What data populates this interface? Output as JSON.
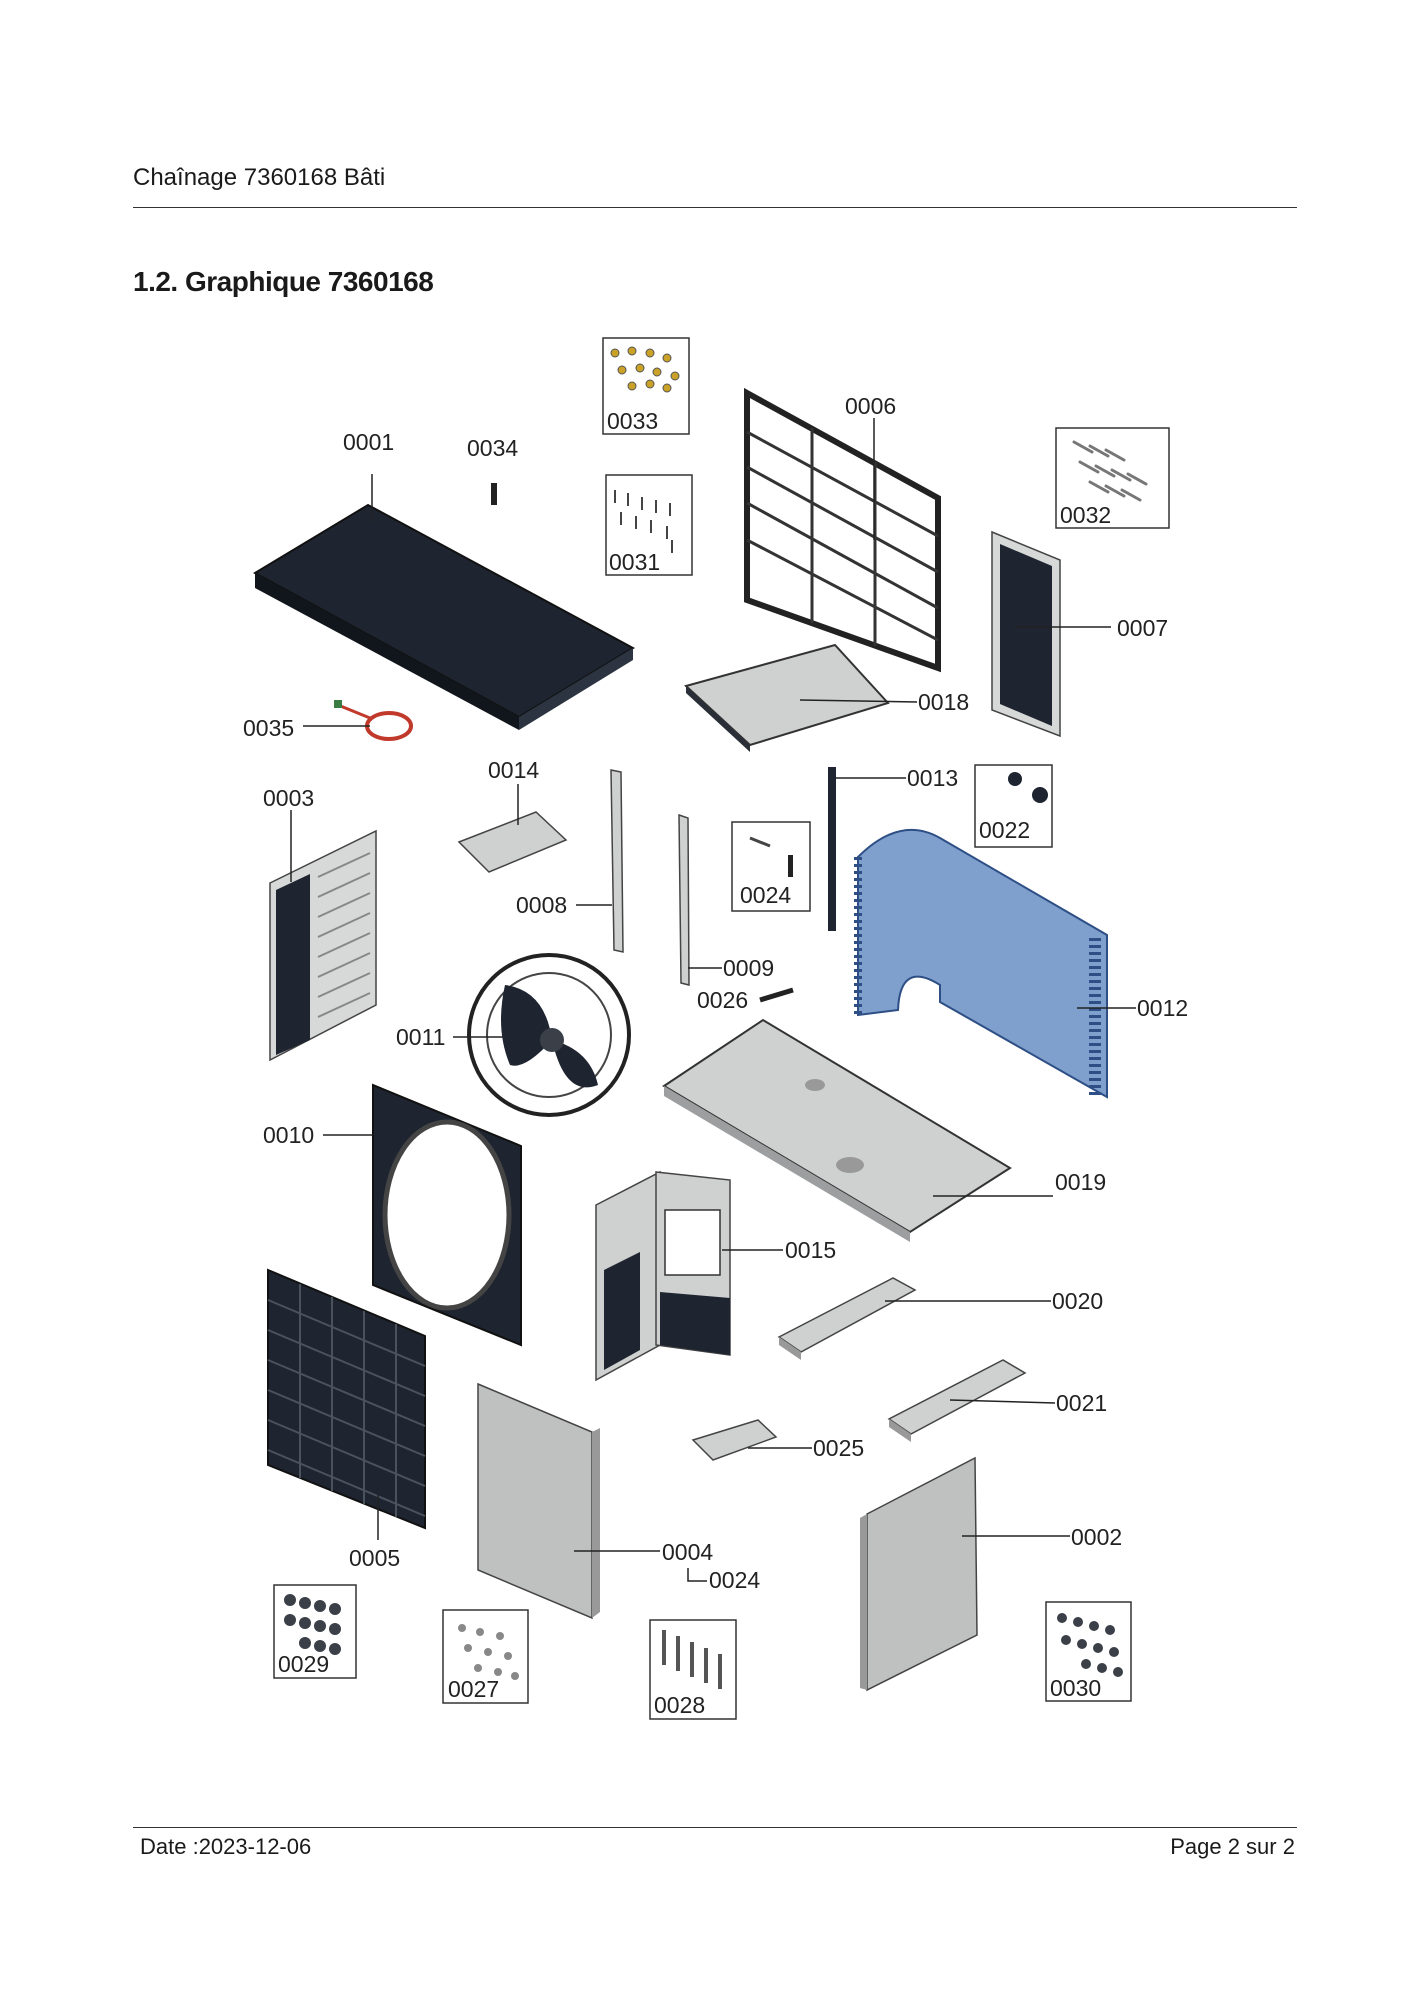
{
  "header": {
    "title": "Chaînage 7360168 Bâti"
  },
  "section": {
    "title": "1.2. Graphique 7360168"
  },
  "parts": {
    "p0001": "0001",
    "p0002": "0002",
    "p0003": "0003",
    "p0004": "0004",
    "p0005": "0005",
    "p0006": "0006",
    "p0007": "0007",
    "p0008": "0008",
    "p0009": "0009",
    "p0010": "0010",
    "p0011": "0011",
    "p0012": "0012",
    "p0013": "0013",
    "p0014": "0014",
    "p0015": "0015",
    "p0018": "0018",
    "p0019": "0019",
    "p0020": "0020",
    "p0021": "0021",
    "p0022": "0022",
    "p0024a": "0024",
    "p0024b": "0024",
    "p0025": "0025",
    "p0026": "0026",
    "p0027": "0027",
    "p0028": "0028",
    "p0029": "0029",
    "p0030": "0030",
    "p0031": "0031",
    "p0032": "0032",
    "p0033": "0033",
    "p0034": "0034",
    "p0035": "0035"
  },
  "footer": {
    "date": "Date :2023-12-06",
    "page_label": "Page 2 sur",
    "page_total": "2"
  },
  "colors": {
    "dark_part": "#1e2530",
    "light_part": "#cfd0d0",
    "coil": "#7f9fcc",
    "cable": "#c0392b"
  }
}
